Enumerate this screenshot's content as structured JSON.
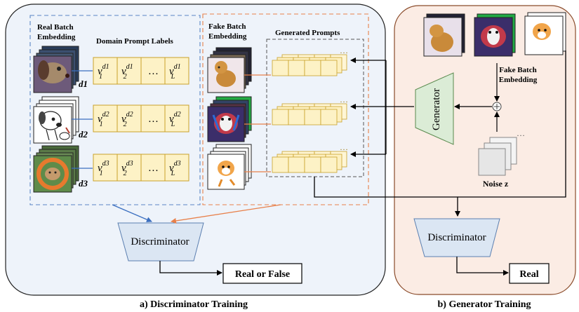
{
  "panel_a": {
    "real_batch_label": [
      "Real Batch",
      "Embedding"
    ],
    "domain_prompt_labels": "Domain Prompt Labels",
    "fake_batch_label": [
      "Fake Batch",
      "Embedding"
    ],
    "generated_prompts": "Generated Prompts",
    "domains": [
      "d1",
      "d2",
      "d3"
    ],
    "prompt_rows": [
      {
        "cells": [
          "v",
          "v",
          "…",
          "v"
        ],
        "subs": [
          "1",
          "2",
          "",
          "L"
        ],
        "sups": [
          "d1",
          "d1",
          "",
          "d1"
        ]
      },
      {
        "cells": [
          "v",
          "v",
          "…",
          "v"
        ],
        "subs": [
          "1",
          "2",
          "",
          "L"
        ],
        "sups": [
          "d2",
          "d2",
          "",
          "d2"
        ]
      },
      {
        "cells": [
          "v",
          "v",
          "…",
          "v"
        ],
        "subs": [
          "1",
          "2",
          "",
          "L"
        ],
        "sups": [
          "d3",
          "d3",
          "",
          "d3"
        ]
      }
    ],
    "discriminator": "Discriminator",
    "output": "Real or False",
    "caption": "a) Discriminator Training"
  },
  "panel_b": {
    "generator": "Generator",
    "fake_batch_label": [
      "Fake Batch",
      "Embedding"
    ],
    "noise": "Noise z",
    "discriminator": "Discriminator",
    "output": "Real",
    "caption": "b) Generator Training"
  },
  "colors": {
    "panel_a_bg": "#eef3fa",
    "panel_b_bg": "#fbece4",
    "prompt_fill": "#fdf2c6",
    "prompt_stroke": "#c9a12a",
    "generator_fill": "#dbecd6",
    "discriminator_fill": "#dbe6f3",
    "blue_dash": "#5b86c5",
    "orange_dash": "#e8804a"
  },
  "icons": [
    "art-dog-image",
    "cartoon-dog-image",
    "photo-dog-image",
    "golden-retriever-image",
    "colorful-dog-image",
    "cartoon-puppy-image",
    "noise-image",
    "plus-circle-icon"
  ]
}
